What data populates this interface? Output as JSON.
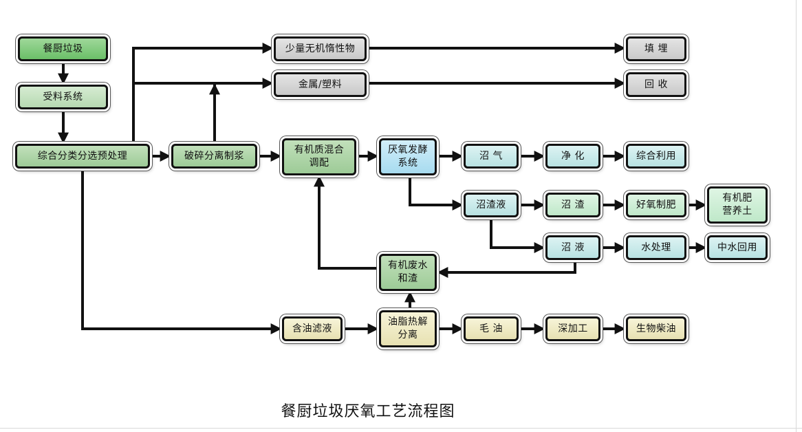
{
  "diagram": {
    "title": "餐厨垃圾厌氧工艺流程图",
    "nodes": {
      "food_waste": "餐厨垃圾",
      "receiving_system": "受料系统",
      "pre_sorting": "综合分类分选预处理",
      "inorganic_inert": "少量无机惰性物",
      "landfill": "填 埋",
      "metal_plastic": "金属/塑料",
      "recycle": "回 收",
      "crushing_pulping": "破碎分离制浆",
      "organic_mixing": "有机质混合\n调配",
      "anaerobic_system": "厌氧发酵\n系统",
      "biogas": "沼 气",
      "purification": "净 化",
      "utilization": "综合利用",
      "digestate": "沼渣液",
      "biogas_residue": "沼 渣",
      "aerobic_fertilizer": "好氧制肥",
      "organic_soil": "有机肥\n营养土",
      "biogas_liquid": "沼 液",
      "water_treatment": "水处理",
      "reclaimed_water": "中水回用",
      "wastewater_residue": "有机废水\n和渣",
      "oily_liquid": "含油滤液",
      "oil_separation": "油脂热解\n分离",
      "crude_oil": "毛 油",
      "deep_processing": "深加工",
      "biodiesel": "生物柴油"
    },
    "edges": [
      [
        "food_waste",
        "receiving_system"
      ],
      [
        "receiving_system",
        "pre_sorting"
      ],
      [
        "pre_sorting",
        "inorganic_inert"
      ],
      [
        "pre_sorting",
        "metal_plastic"
      ],
      [
        "inorganic_inert",
        "landfill"
      ],
      [
        "metal_plastic",
        "recycle"
      ],
      [
        "pre_sorting",
        "crushing_pulping"
      ],
      [
        "crushing_pulping",
        "metal_plastic"
      ],
      [
        "crushing_pulping",
        "organic_mixing"
      ],
      [
        "organic_mixing",
        "anaerobic_system"
      ],
      [
        "anaerobic_system",
        "biogas"
      ],
      [
        "biogas",
        "purification"
      ],
      [
        "purification",
        "utilization"
      ],
      [
        "anaerobic_system",
        "digestate"
      ],
      [
        "digestate",
        "biogas_residue"
      ],
      [
        "biogas_residue",
        "aerobic_fertilizer"
      ],
      [
        "aerobic_fertilizer",
        "organic_soil"
      ],
      [
        "digestate",
        "biogas_liquid"
      ],
      [
        "biogas_liquid",
        "water_treatment"
      ],
      [
        "water_treatment",
        "reclaimed_water"
      ],
      [
        "biogas_liquid",
        "wastewater_residue"
      ],
      [
        "wastewater_residue",
        "organic_mixing"
      ],
      [
        "pre_sorting",
        "oily_liquid"
      ],
      [
        "oily_liquid",
        "oil_separation"
      ],
      [
        "oil_separation",
        "wastewater_residue"
      ],
      [
        "oil_separation",
        "crude_oil"
      ],
      [
        "crude_oil",
        "deep_processing"
      ],
      [
        "deep_processing",
        "biodiesel"
      ]
    ]
  }
}
